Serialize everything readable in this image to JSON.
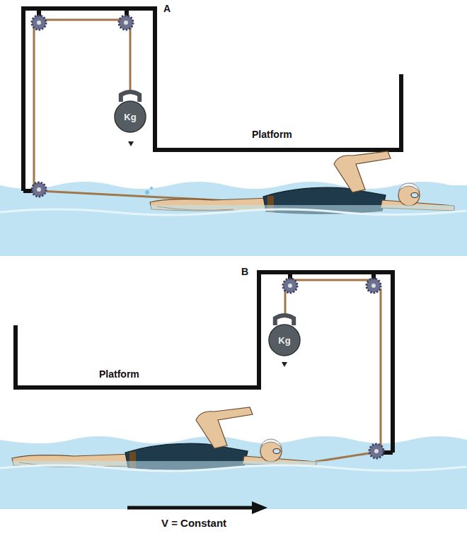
{
  "diagram": {
    "nodes": [
      {
        "text": [
          "Kg"
        ]
      },
      {
        "text": [
          "Kg"
        ]
      }
    ],
    "labels": [
      "A",
      "Platform",
      "B",
      "Platform",
      "V = Constant"
    ]
  }
}
